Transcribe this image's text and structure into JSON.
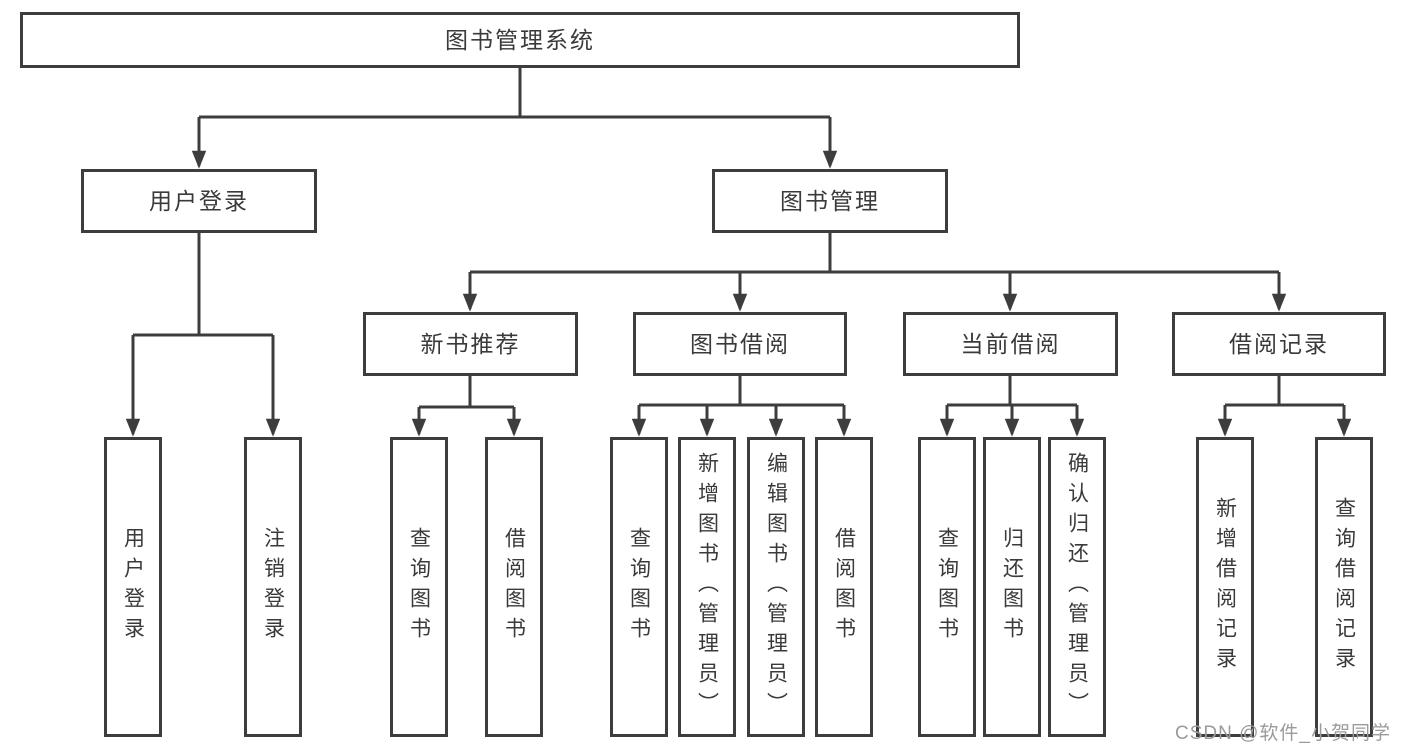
{
  "tree": {
    "label": "图书管理系统",
    "children": [
      {
        "label": "用户登录",
        "children": [
          {
            "label": "用户登录"
          },
          {
            "label": "注销登录"
          }
        ]
      },
      {
        "label": "图书管理",
        "children": [
          {
            "label": "新书推荐",
            "children": [
              {
                "label": "查询图书"
              },
              {
                "label": "借阅图书"
              }
            ]
          },
          {
            "label": "图书借阅",
            "children": [
              {
                "label": "查询图书"
              },
              {
                "label": "新增图书（管理员）"
              },
              {
                "label": "编辑图书（管理员）"
              },
              {
                "label": "借阅图书"
              }
            ]
          },
          {
            "label": "当前借阅",
            "children": [
              {
                "label": "查询图书"
              },
              {
                "label": "归还图书"
              },
              {
                "label": "确认归还（管理员）"
              }
            ]
          },
          {
            "label": "借阅记录",
            "children": [
              {
                "label": "新增借阅记录"
              },
              {
                "label": "查询借阅记录"
              }
            ]
          }
        ]
      }
    ]
  },
  "watermark": {
    "text": "CSDN @软件_小贺同学"
  },
  "colors": {
    "line": "#3d3d3d",
    "text": "#3a3a3a",
    "watermark": "#9b9b9b",
    "background": "#ffffff"
  }
}
